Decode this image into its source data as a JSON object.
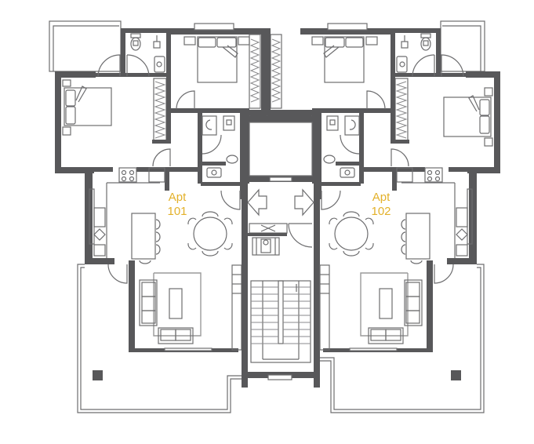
{
  "plan": {
    "type": "floor-plan",
    "wall_color": "#58585a",
    "line_color": "#6d6d6f",
    "label_color": "#e3b12a",
    "background": "#ffffff"
  },
  "apartments": [
    {
      "id": "apt-101",
      "line1": "Apt",
      "line2": "101"
    },
    {
      "id": "apt-102",
      "line1": "Apt",
      "line2": "102"
    }
  ],
  "symbols": {
    "entrance_arrows": "arrow-icon",
    "elevator": "elevator-icon",
    "accessible": "wheelchair-icon",
    "stairs": "stairs-icon"
  }
}
